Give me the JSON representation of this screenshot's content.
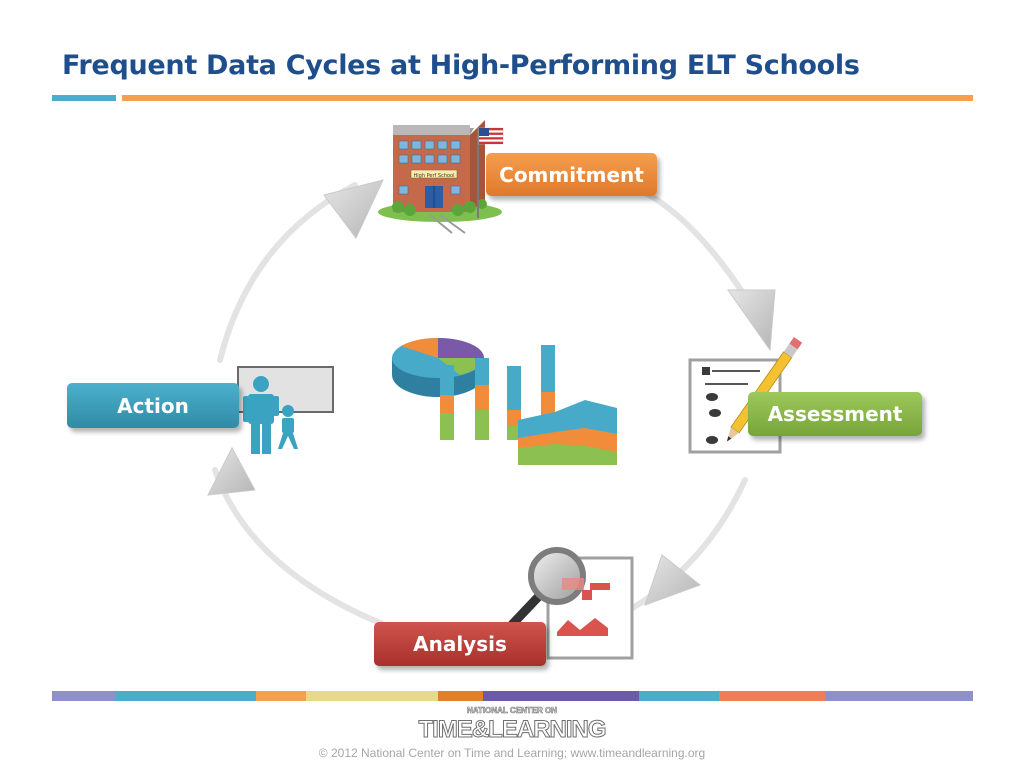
{
  "slide": {
    "title": "Frequent Data Cycles at High-Performing ELT Schools"
  },
  "cycle": {
    "nodes": [
      {
        "id": "commitment",
        "label": "Commitment",
        "color": "#e98a35"
      },
      {
        "id": "assessment",
        "label": "Assessment",
        "color": "#86b548"
      },
      {
        "id": "analysis",
        "label": "Analysis",
        "color": "#bd413b"
      },
      {
        "id": "action",
        "label": "Action",
        "color": "#3ea0bd"
      }
    ],
    "building_sign": "High Perf School"
  },
  "footer": {
    "logo_top": "NATIONAL CENTER ON",
    "logo_main": "TIME&LEARNING",
    "copyright": "© 2012 National Center on Time and Learning; www.timeandlearning.org",
    "stripe_colors": [
      "#8f8fc9",
      "#4aaec8",
      "#f5a04e",
      "#e6d98a",
      "#e07f28",
      "#6a5aa8",
      "#4aaec8",
      "#ef7e58",
      "#8f8fc9"
    ]
  },
  "colors": {
    "title": "#1f4e8c",
    "accent_blue": "#4aaec8",
    "accent_orange": "#f5a04e"
  }
}
